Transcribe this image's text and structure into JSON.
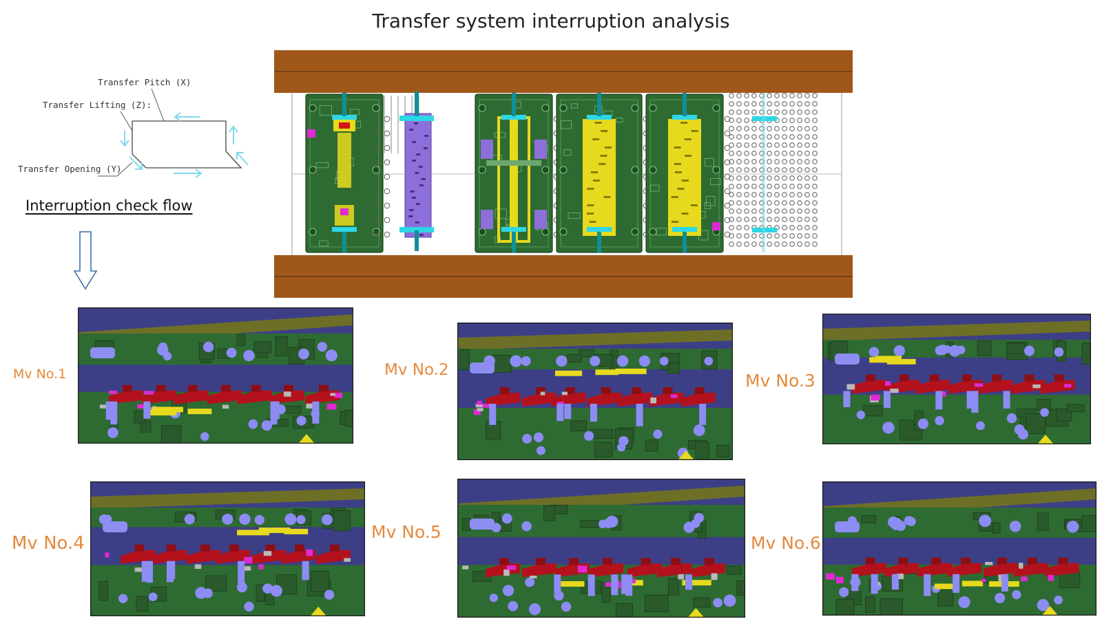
{
  "title": "Transfer system interruption analysis",
  "motion_diagram": {
    "pitch_label": "Transfer Pitch (X)",
    "lifting_label": "Transfer Lifting (Z):",
    "opening_label": "Transfer Opening (Y)",
    "arrow_color": "#7fd8e6",
    "outline_color": "#444444"
  },
  "flow_label": "Interruption check flow",
  "colors": {
    "plate": "#a0581a",
    "die_green": "#2e6b32",
    "part_yellow": "#e7d91e",
    "part_purple": "#8d6fd9",
    "cyan_finger": "#2ed6e6",
    "magenta": "#e029d6",
    "screen_navy": "#3d3f86",
    "screen_olive": "#6d6f27",
    "screen_red": "#b3121d",
    "screen_lavender": "#8c8cf4",
    "label_orange": "#e5893b"
  },
  "moves": [
    {
      "label": "Mv No.1"
    },
    {
      "label": "Mv No.2"
    },
    {
      "label": "Mv No.3"
    },
    {
      "label": "Mv No.4"
    },
    {
      "label": "Mv No.5"
    },
    {
      "label": "Mv No.6"
    }
  ]
}
